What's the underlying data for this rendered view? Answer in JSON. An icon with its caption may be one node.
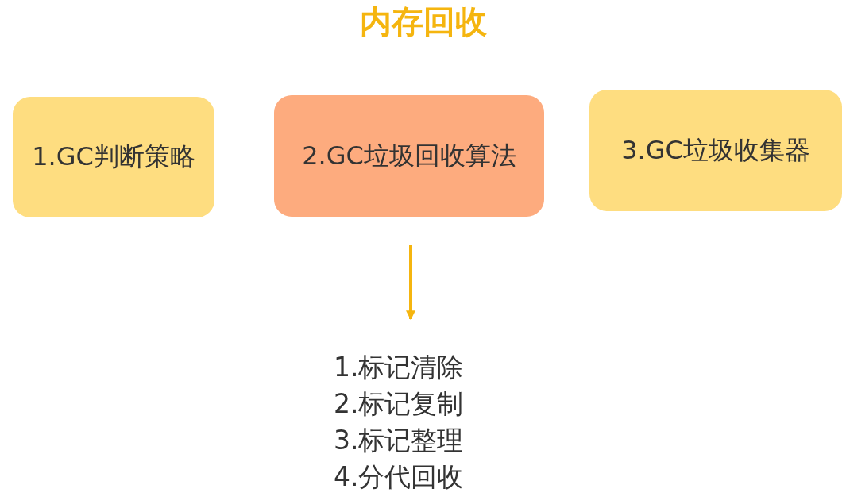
{
  "diagram": {
    "title": "内存回收",
    "nodes": [
      {
        "text": [
          "1.GC判断策略"
        ]
      },
      {
        "text": [
          "2.GC垃圾回收算法"
        ]
      },
      {
        "text": [
          "3.GC垃圾收集器"
        ]
      },
      {
        "text": [
          "1.标记清除",
          "2.标记复制",
          "3.标记整理",
          "4.分代回收"
        ]
      }
    ],
    "edges": [
      {
        "from": 1,
        "to": 3,
        "arrow": "to",
        "color": "#f5b50f"
      }
    ]
  }
}
